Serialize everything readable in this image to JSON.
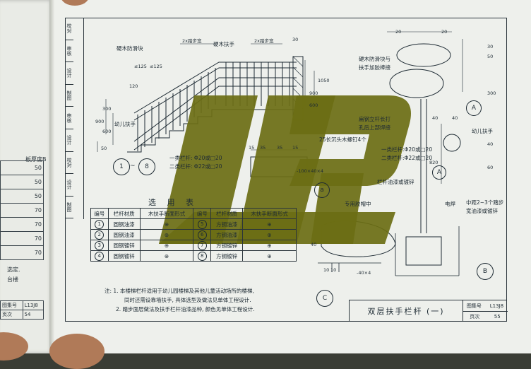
{
  "left_page": {
    "header": "板厚度B",
    "values": [
      "50",
      "50",
      "50",
      "70",
      "70",
      "70",
      "70"
    ],
    "note_1": "选定.",
    "note_2": "台楼",
    "atlas_label": "图集号",
    "atlas_number": "L13J8",
    "page_label": "页次",
    "page_number": "54"
  },
  "side_strip": [
    "校对",
    "审核",
    "设计",
    "制图",
    "审核",
    "设计",
    "校对",
    "设计",
    "制图"
  ],
  "drawing_labels": {
    "wood_anti_slip": "硬木防滑块",
    "wood_handrail": "硬木扶手",
    "stair_width_1": "2x踏步宽",
    "stair_width_2": "2x踏步宽",
    "dim_30": "30",
    "dim_125a": "≤125",
    "dim_125b": "≤125",
    "dim_120": "120",
    "dim_300": "300",
    "dim_900": "900",
    "dim_600": "600",
    "dim_50": "50",
    "child_handrail": "幼儿扶手",
    "dim_1050": "1050",
    "dim_900b": "900",
    "dim_600b": "600",
    "range_1_8": "1 ~ 8",
    "steel_1": "一类栏杆: Φ20或□20",
    "steel_2": "二类栏杆: Φ22或□20",
    "screws": "25长沉头木螺钉4个",
    "dim_15": "15",
    "dim_35a": "35",
    "dim_35b": "35",
    "dim_15b": "15",
    "flat_bar": "-100×40×4",
    "top_20": "20",
    "top_20b": "20",
    "dim_30b": "30",
    "dim_50b": "50",
    "dim_300b": "300",
    "wood_anti_slip_2": "硬木防滑块与",
    "wood_anti_slip_3": "扶手加胶棒接",
    "steel_post": "扁钢立杆长打",
    "steel_post_2": "孔后上部焊接",
    "dim_40": "40",
    "dim_40b": "40",
    "child_handrail_2": "幼儿扶手",
    "dim_40c": "40",
    "dim_60": "60",
    "steel_rails_1": "一类栏杆:Φ20或□20",
    "steel_rails_2": "二类栏杆:Φ22或□20",
    "dim_820": "820",
    "paint": "栏杆油漆或镀锌",
    "special_nut": "专用胶帽中",
    "weld": "电焊",
    "mid_distance": "中距2~3个踏步",
    "mid_distance_2": "宽油漆或镀锌",
    "dim_40d": "40",
    "dim_10a": "10",
    "dim_10b": "10",
    "flat_bar_2": "-40×4"
  },
  "circles": {
    "A": "A",
    "A2": "A",
    "B": "B",
    "C": "C",
    "a": "a",
    "start": "1",
    "end": "8"
  },
  "selection_table": {
    "title": "选 用 表",
    "headers": [
      "编号",
      "栏杆材质",
      "木扶手断面形式",
      "编号",
      "栏杆材质",
      "木扶手断面形式"
    ],
    "rows": [
      [
        "1",
        "圆钢油漆",
        "5",
        "方钢油漆"
      ],
      [
        "2",
        "圆钢油漆",
        "6",
        "方钢油漆"
      ],
      [
        "3",
        "圆钢镀锌",
        "7",
        "方钢镀锌"
      ],
      [
        "4",
        "圆钢镀锌",
        "8",
        "方钢镀锌"
      ]
    ]
  },
  "notes": {
    "prefix": "注:",
    "line1": "1. 本楼梯栏杆适用于幼儿园楼梯及其他儿童活动场所的楼梯,",
    "line2": "同时还需设靠墙扶手, 具体选型及做法见单体工程设计.",
    "line3": "2. 踏步面层做法及扶手栏杆油漆品种, 颜色见单体工程设计."
  },
  "title_block": {
    "title": "双层扶手栏杆 (一)",
    "atlas_label": "图集号",
    "atlas_number": "L13J8",
    "page_label": "页次",
    "page_number": "55"
  },
  "colors": {
    "watermark": "#6b6e14",
    "page": "#eef0ec",
    "ink": "#1d2a33"
  }
}
